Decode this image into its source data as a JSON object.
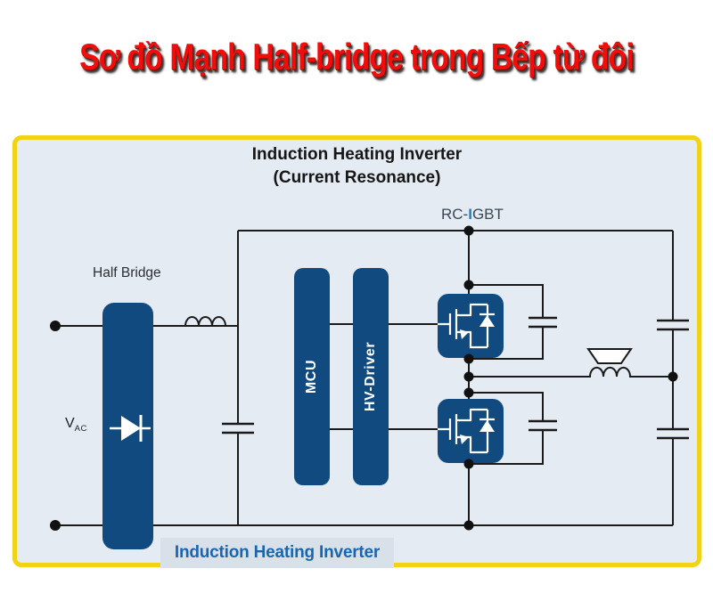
{
  "title": {
    "text": "Sơ đồ Mạnh Half-bridge trong Bếp từ đôi"
  },
  "diagram": {
    "heading_line1": "Induction Heating Inverter",
    "heading_line2": "(Current Resonance)",
    "caption": "Induction Heating Inverter",
    "labels": {
      "rc_igbt_prefix": "RC-",
      "rc_igbt_i": "I",
      "rc_igbt_rest": "GBT",
      "half_bridge": "Half Bridge",
      "v_source": "V",
      "v_source_sub": "AC",
      "mcu": "MCU",
      "hv_driver": "HV-Driver"
    }
  },
  "colors": {
    "headline_red": "#f20d0d",
    "panel_border_yellow": "#f2d116",
    "panel_bg": "#e5ebf2",
    "block_navy": "#114a7e",
    "wire": "#1a1a1a",
    "caption_blue": "#1a66ae",
    "caption_bg": "#d8e0ea",
    "igbt_i_highlight": "#2f78bd"
  }
}
